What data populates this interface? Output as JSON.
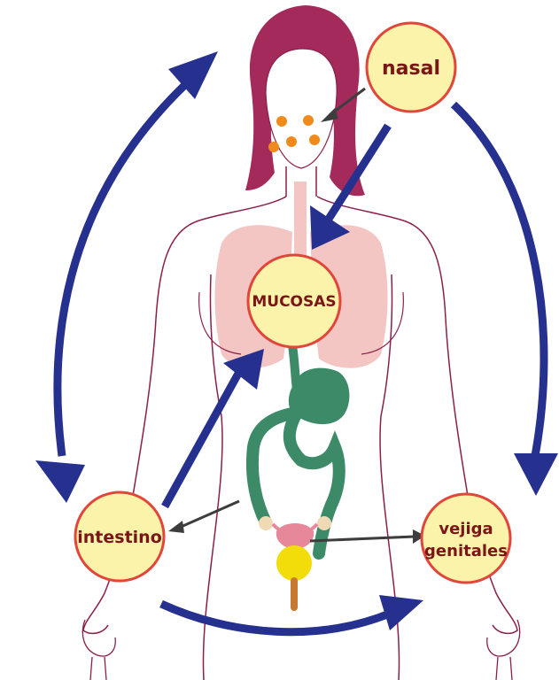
{
  "nodes": {
    "nasal": "nasal",
    "mucosas": "MUCOSAS",
    "intestino": "intestino",
    "vejiga_line1": "vejiga",
    "vejiga_line2": "genitales"
  },
  "colors": {
    "circle_fill": "#fcf3aa",
    "circle_stroke": "#e2453a",
    "label_text": "#7a1518",
    "cycle_arrow": "#26318f",
    "pointer_arrow": "#3d3d3d",
    "hair": "#a32a5b",
    "body_outline": "#8b1f4a",
    "lungs": "#f3c6c4",
    "digestive": "#3c8a67",
    "face_dots": "#f08a1a"
  },
  "icons": [
    "nasal-circle",
    "mucosas-circle",
    "intestino-circle",
    "vejiga-genitales-circle",
    "woman-body-figure"
  ]
}
